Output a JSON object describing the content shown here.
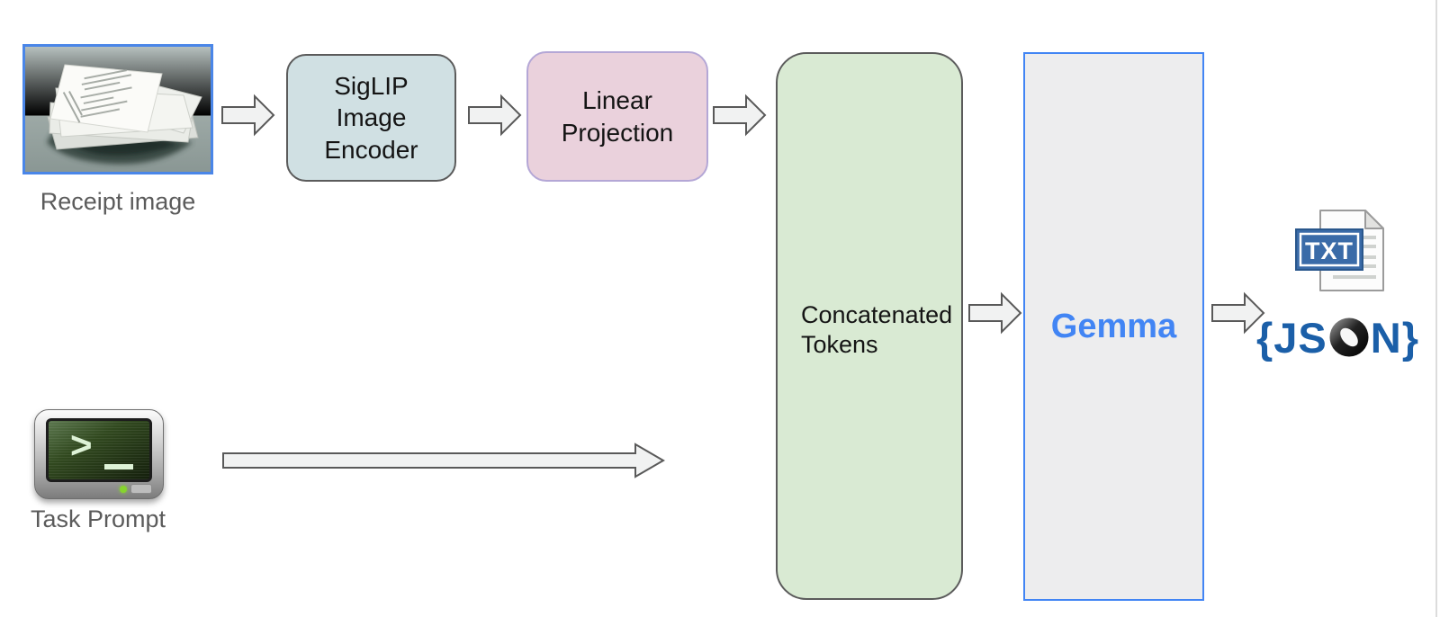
{
  "diagram": {
    "inputs": {
      "receipt": {
        "label": "Receipt image",
        "icon": "receipt-stack-photo"
      },
      "prompt": {
        "label": "Task Prompt",
        "icon": "terminal-icon"
      }
    },
    "nodes": {
      "siglip": {
        "lines": [
          "SigLIP",
          "Image",
          "Encoder"
        ],
        "fill": "#d0e0e3",
        "border": "#5b5b5b"
      },
      "linear": {
        "lines": [
          "Linear",
          "Projection"
        ],
        "fill": "#ead1dc",
        "border": "#b4a7d6"
      },
      "tokens": {
        "lines": [
          "Concatenated",
          "Tokens"
        ],
        "fill": "#d9ead3",
        "border": "#5b5b5b"
      },
      "gemma": {
        "label": "Gemma",
        "fill": "#ededee",
        "border": "#4285f4",
        "text_color": "#4285f4"
      }
    },
    "outputs": {
      "txt_file": {
        "badge": "TXT",
        "badge_fill": "#3a6ba8",
        "badge_border": "#2a578c",
        "icon": "txt-file-icon"
      },
      "json_logo": {
        "before": "{JS",
        "after": "N}",
        "color": "#1b5fa8",
        "icon": "json-logo"
      }
    },
    "arrows": [
      "receipt-to-siglip",
      "siglip-to-linear",
      "linear-to-tokens",
      "prompt-to-tokens",
      "tokens-to-gemma",
      "gemma-to-outputs"
    ]
  },
  "colors": {
    "arrow_fill": "#f1f2f2",
    "arrow_stroke": "#595959",
    "label_text": "#5b5b5b",
    "node_text": "#141414",
    "receipt_border": "#4a86e8",
    "canvas_edge": "#dcdcdc"
  }
}
